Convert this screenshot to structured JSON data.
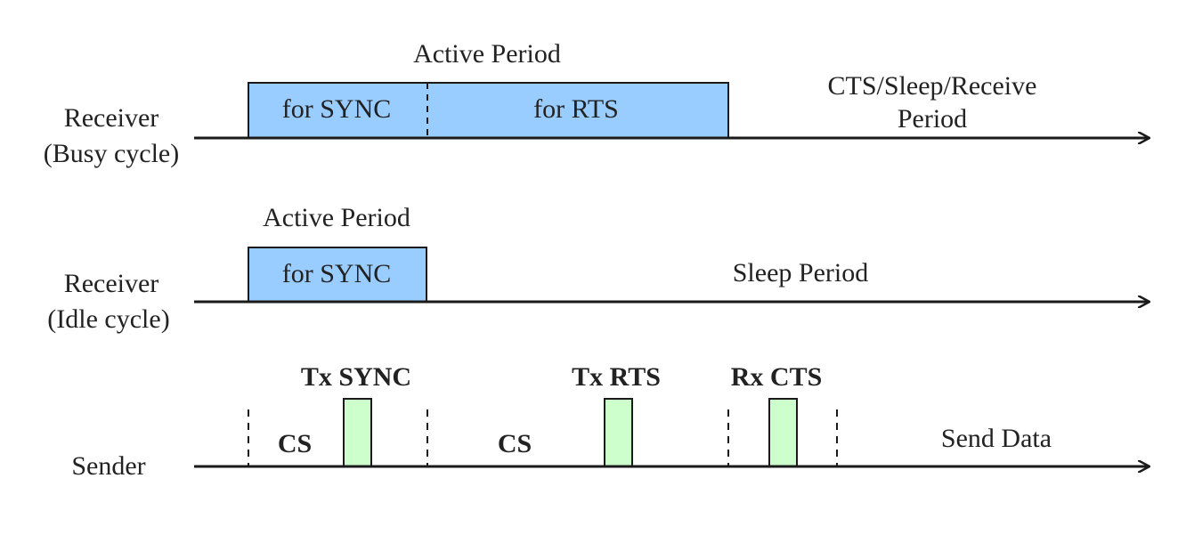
{
  "colors": {
    "active_box": "#99ccff",
    "pulse_box": "#ccffcc",
    "line": "#1a1a1a",
    "text": "#222222"
  },
  "busy": {
    "label_line1": "Receiver",
    "label_line2": "(Busy cycle)",
    "active_title": "Active Period",
    "sync_label": "for SYNC",
    "rts_label": "for RTS",
    "after_line1": "CTS/Sleep/Receive",
    "after_line2": "Period"
  },
  "idle": {
    "label_line1": "Receiver",
    "label_line2": "(Idle cycle)",
    "active_title": "Active Period",
    "sync_label": "for SYNC",
    "sleep_label": "Sleep Period"
  },
  "sender": {
    "label": "Sender",
    "cs1": "CS",
    "cs2": "CS",
    "tx_sync": "Tx SYNC",
    "tx_rts": "Tx RTS",
    "rx_cts": "Rx CTS",
    "send_data": "Send Data"
  }
}
